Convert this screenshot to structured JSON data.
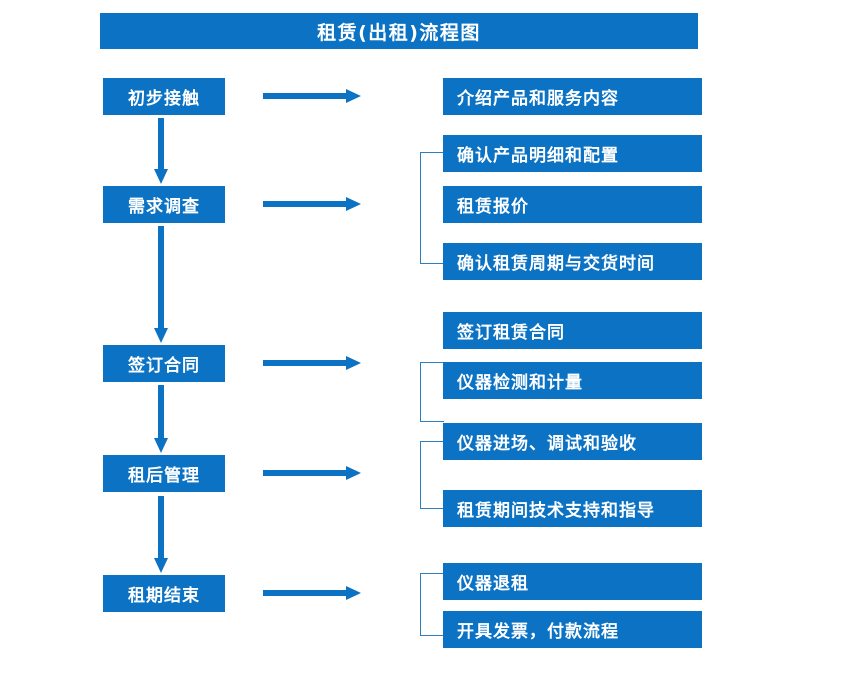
{
  "diagram": {
    "title": "租赁(出租)流程图",
    "accent_color": "#0b72c4",
    "bracket_color": "#2f7fbf",
    "text_color": "#ffffff",
    "background_color": "#ffffff"
  },
  "stages": [
    {
      "label": "初步接触"
    },
    {
      "label": "需求调查"
    },
    {
      "label": "签订合同"
    },
    {
      "label": "租后管理"
    },
    {
      "label": "租期结束"
    }
  ],
  "details": [
    {
      "label": "介绍产品和服务内容"
    },
    {
      "label": "确认产品明细和配置"
    },
    {
      "label": "租赁报价"
    },
    {
      "label": "确认租赁周期与交货时间"
    },
    {
      "label": "签订租赁合同"
    },
    {
      "label": "仪器检测和计量"
    },
    {
      "label": "仪器进场、调试和验收"
    },
    {
      "label": "租赁期间技术支持和指导"
    },
    {
      "label": "仪器退租"
    },
    {
      "label": "开具发票，付款流程"
    }
  ],
  "chart_data": {
    "type": "flowchart",
    "title": "租赁(出租)流程图",
    "orientation": "vertical-left-column-with-right-details",
    "nodes": [
      {
        "id": "s1",
        "text": "初步接触",
        "column": "left",
        "order": 1
      },
      {
        "id": "s2",
        "text": "需求调查",
        "column": "left",
        "order": 2
      },
      {
        "id": "s3",
        "text": "签订合同",
        "column": "left",
        "order": 3
      },
      {
        "id": "s4",
        "text": "租后管理",
        "column": "left",
        "order": 4
      },
      {
        "id": "s5",
        "text": "租期结束",
        "column": "left",
        "order": 5
      },
      {
        "id": "d1",
        "text": "介绍产品和服务内容",
        "column": "right",
        "group": 1
      },
      {
        "id": "d2",
        "text": "确认产品明细和配置",
        "column": "right",
        "group": 2
      },
      {
        "id": "d3",
        "text": "租赁报价",
        "column": "right",
        "group": 2
      },
      {
        "id": "d4",
        "text": "确认租赁周期与交货时间",
        "column": "right",
        "group": 2
      },
      {
        "id": "d5",
        "text": "签订租赁合同",
        "column": "right",
        "group": 3
      },
      {
        "id": "d6",
        "text": "仪器检测和计量",
        "column": "right",
        "group": 3
      },
      {
        "id": "d7",
        "text": "仪器进场、调试和验收",
        "column": "right",
        "group": 4
      },
      {
        "id": "d8",
        "text": "租赁期间技术支持和指导",
        "column": "right",
        "group": 4
      },
      {
        "id": "d9",
        "text": "仪器退租",
        "column": "right",
        "group": 5
      },
      {
        "id": "d10",
        "text": "开具发票，付款流程",
        "column": "right",
        "group": 5
      }
    ],
    "edges": [
      {
        "from": "s1",
        "to": "s2",
        "type": "arrow-down"
      },
      {
        "from": "s2",
        "to": "s3",
        "type": "arrow-down"
      },
      {
        "from": "s3",
        "to": "s4",
        "type": "arrow-down"
      },
      {
        "from": "s4",
        "to": "s5",
        "type": "arrow-down"
      },
      {
        "from": "s1",
        "to": "d1",
        "type": "arrow-right"
      },
      {
        "from": "s2",
        "to": "group2",
        "type": "arrow-right"
      },
      {
        "from": "s3",
        "to": "group3",
        "type": "arrow-right"
      },
      {
        "from": "s4",
        "to": "group4",
        "type": "arrow-right"
      },
      {
        "from": "s5",
        "to": "group5",
        "type": "arrow-right"
      }
    ]
  }
}
